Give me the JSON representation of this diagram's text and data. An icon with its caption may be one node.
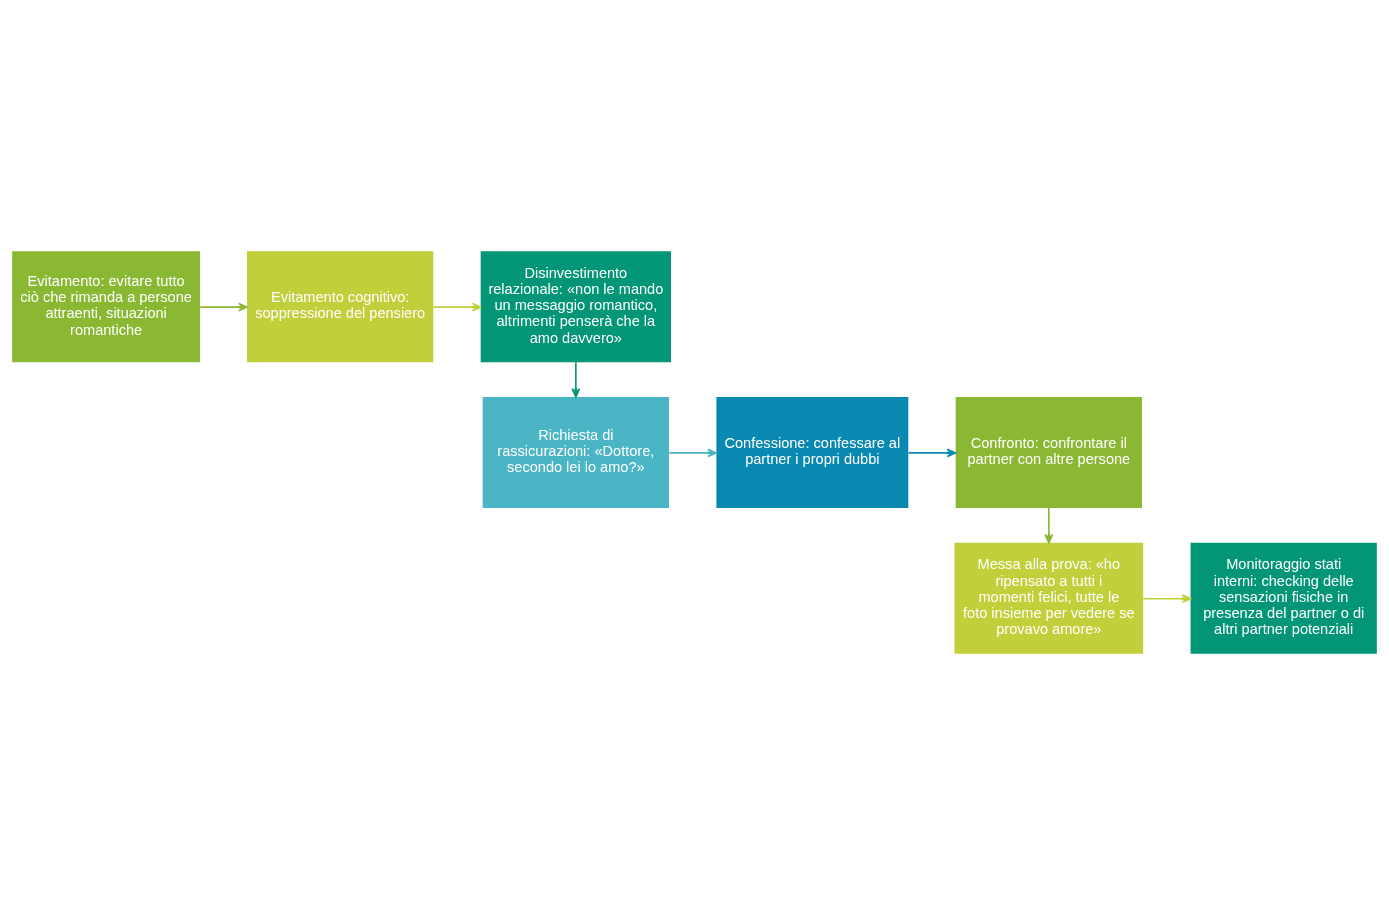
{
  "diagram": {
    "nodes": [
      {
        "text": [
          "Evitamento: evitare tutto ciò che rimanda a persone attraenti, situazioni romantiche"
        ]
      },
      {
        "text": [
          "Evitamento cognitivo: soppressione del pensiero"
        ]
      },
      {
        "text": [
          "Disinvestimento relazionale: «non le mando un messaggio romantico, altrimenti penserà che la amo davvero»"
        ]
      },
      {
        "text": [
          "Richiesta di rassicurazioni: «Dottore, secondo lei lo amo?»"
        ]
      },
      {
        "text": [
          "Confessione: confessare al partner i propri dubbi"
        ]
      },
      {
        "text": [
          "Confronto: confrontare il partner con altre persone"
        ]
      },
      {
        "text": [
          "Messa alla prova: «ho ripensato a tutti i momenti felici, tutte le foto insieme per vedere se provavo amore»"
        ]
      },
      {
        "text": [
          "Monitoraggio stati interni: checking delle sensazioni fisiche in presenza del partner o di altri partner potenziali"
        ]
      }
    ],
    "edges": [
      {
        "from": 0,
        "to": 1,
        "arrow": "to",
        "color": "#8ab833"
      },
      {
        "from": 1,
        "to": 2,
        "arrow": "to",
        "color": "#c0cf3a"
      },
      {
        "from": 2,
        "to": 3,
        "arrow": "to",
        "color": "#029676"
      },
      {
        "from": 3,
        "to": 4,
        "arrow": "to",
        "color": "#4ab5c4"
      },
      {
        "from": 4,
        "to": 5,
        "arrow": "to",
        "color": "#0989b1"
      },
      {
        "from": 5,
        "to": 6,
        "arrow": "to",
        "color": "#8ab833"
      },
      {
        "from": 6,
        "to": 7,
        "arrow": "to",
        "color": "#c0cf3a"
      }
    ]
  }
}
